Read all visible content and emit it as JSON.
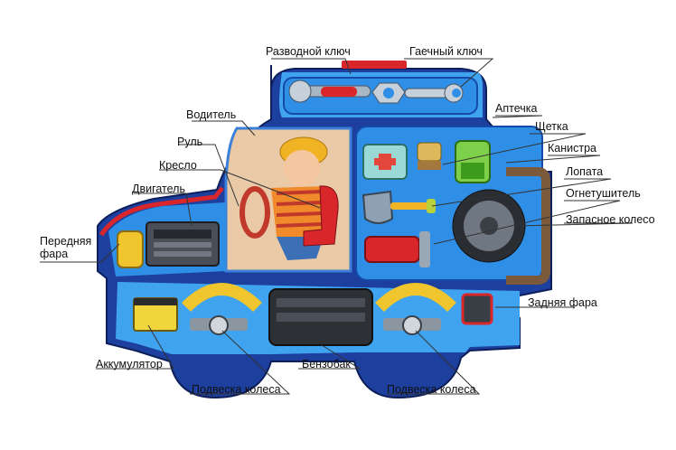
{
  "colors": {
    "body_dark_blue": "#1d3f9e",
    "body_light_blue": "#3fa3f0",
    "panel_blue": "#2f8fe6",
    "accent_red": "#d9262b",
    "leader_line": "#333333"
  },
  "labels": {
    "adjustable_wrench": "Разводной ключ",
    "spanner": "Гаечный ключ",
    "first_aid_kit": "Аптечка",
    "brush": "Щетка",
    "canister": "Канистра",
    "shovel": "Лопата",
    "fire_extinguisher": "Огнетушитель",
    "spare_wheel": "Запасное колесо",
    "rear_light": "Задняя фара",
    "driver": "Водитель",
    "steering_wheel": "Руль",
    "seat": "Кресло",
    "engine": "Двигатель",
    "headlight": "Передняя\nфара",
    "battery": "Аккумулятор",
    "fuel_tank": "Бензобак",
    "suspension_front": "Подвеска колеса",
    "suspension_rear": "Подвеска колеса"
  }
}
